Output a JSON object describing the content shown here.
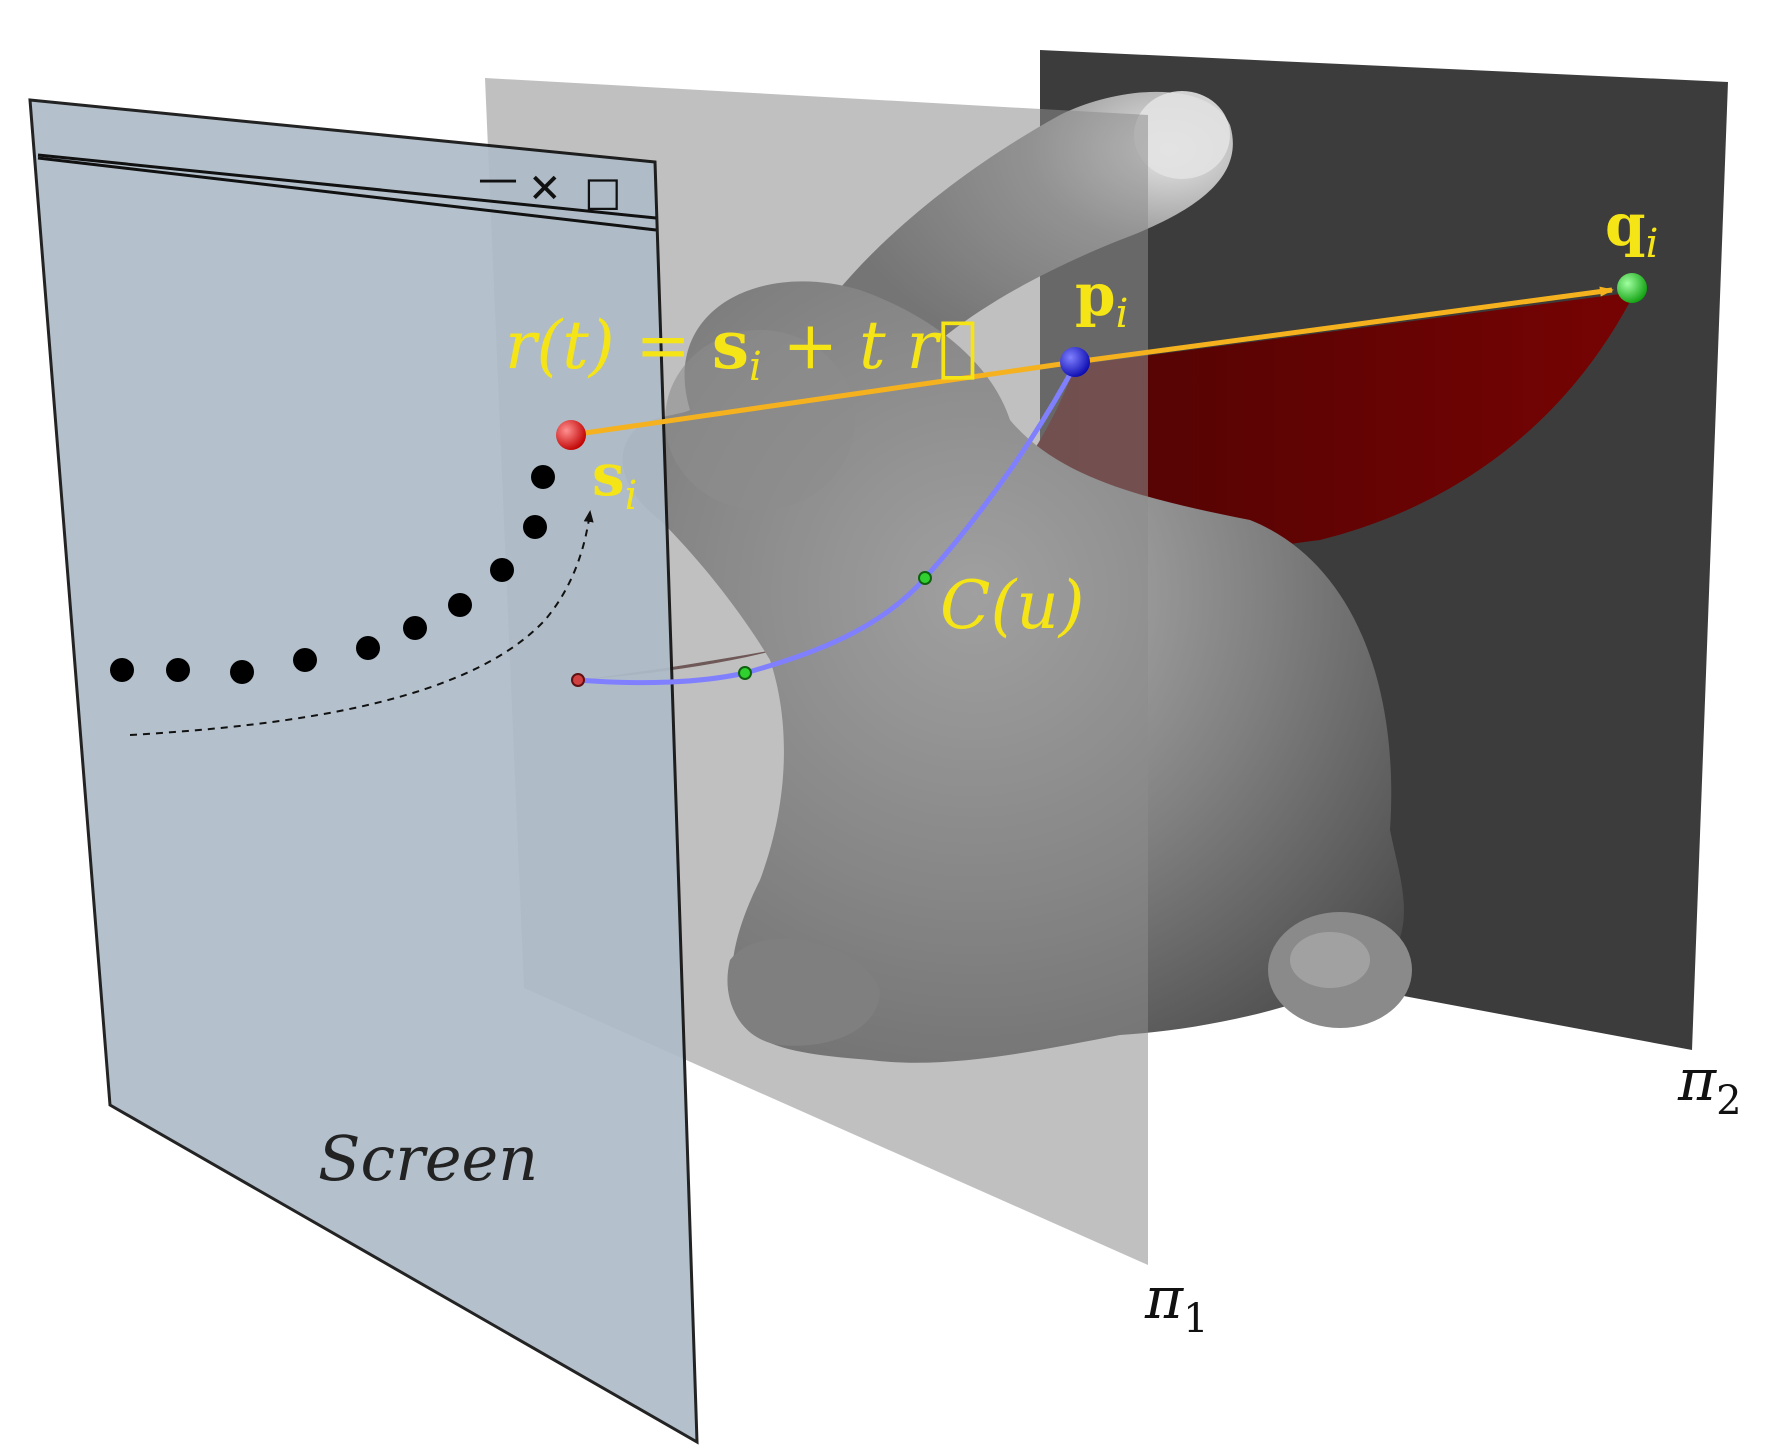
{
  "window": {
    "minimize_glyph": "—",
    "close_glyph": "✕",
    "maximize_glyph": "☐",
    "label": "Screen"
  },
  "labels": {
    "ray_eq_lhs": "r(t) = ",
    "ray_eq_s": "s",
    "ray_eq_i": "i",
    "ray_eq_rhs": " + t ",
    "ray_eq_vec": "r⃗",
    "s_main": "s",
    "s_sub": "i",
    "p_main": "p",
    "p_sub": "i",
    "q_main": "q",
    "q_sub": "i",
    "curve": "C(u)",
    "plane1_main": "π",
    "plane1_sub": "1",
    "plane2_main": "π",
    "plane2_sub": "2"
  },
  "colors": {
    "label_yellow": "#f5e416",
    "ray_orange": "#f5b21e",
    "curve_blue": "#8080ff",
    "point_s_red": "#e01010",
    "point_p_blue": "#1a1ae0",
    "point_q_green": "#22cc22",
    "sweep_darkred": "#5a0000",
    "screen_fill": "#aebcc8",
    "plane1_fill": "#a0a0a0",
    "plane2_fill": "#3a3a3a",
    "bunny_gray": "#7a7a7a"
  }
}
